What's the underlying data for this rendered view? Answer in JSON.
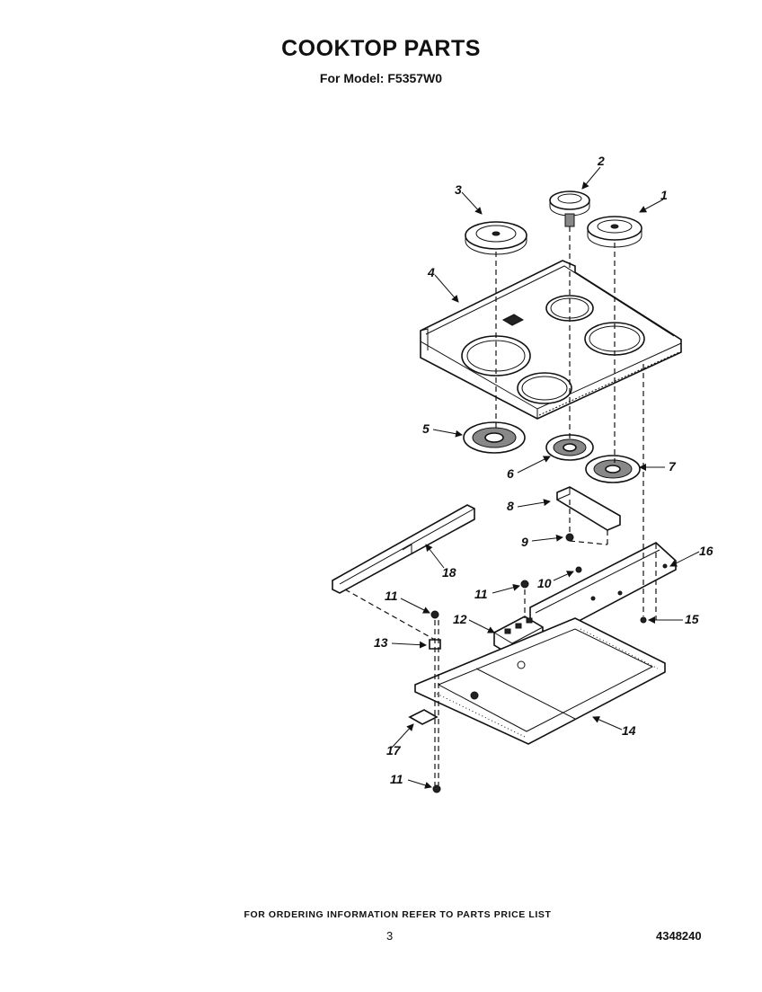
{
  "header": {
    "title": "COOKTOP PARTS",
    "subtitle": "For Model: F5357W0"
  },
  "footer": {
    "note": "FOR ORDERING INFORMATION REFER TO PARTS PRICE LIST",
    "page_number": "3",
    "document_number": "4348240"
  },
  "callouts": {
    "c1": "1",
    "c2": "2",
    "c3": "3",
    "c4": "4",
    "c5": "5",
    "c6": "6",
    "c7": "7",
    "c8": "8",
    "c9": "9",
    "c10": "10",
    "c11a": "11",
    "c11b": "11",
    "c11c": "11",
    "c12": "12",
    "c13": "13",
    "c14": "14",
    "c15": "15",
    "c16": "16",
    "c17": "17",
    "c18": "18"
  }
}
